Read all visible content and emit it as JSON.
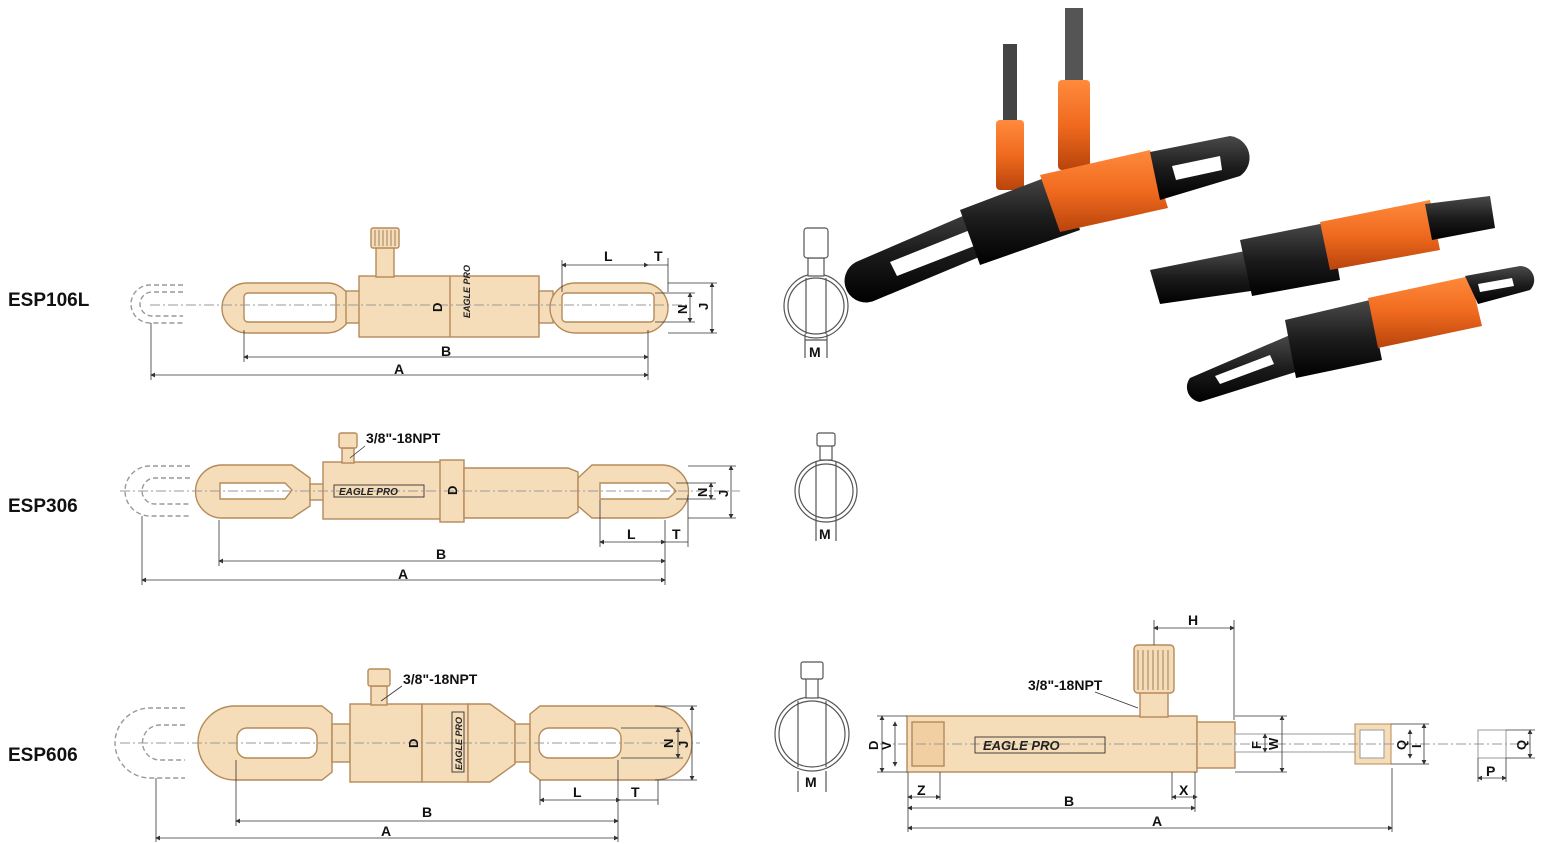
{
  "models": [
    "ESP106L",
    "ESP306",
    "ESP606"
  ],
  "brand": "EAGLE PRO",
  "thread_note": "3/8\"-18NPT",
  "dims": {
    "A": "A",
    "B": "B",
    "L": "L",
    "T": "T",
    "N": "N",
    "J": "J",
    "D": "D",
    "M": "M",
    "H": "H",
    "V": "V",
    "Z": "Z",
    "X": "X",
    "F": "F",
    "W": "W",
    "Q": "Q",
    "I": "I",
    "P": "P"
  },
  "colors": {
    "body_fill": "#f6ddb9",
    "body_stroke": "#b58a5a",
    "photo_orange": "#f06a1e",
    "photo_black": "#1c1c1c"
  }
}
